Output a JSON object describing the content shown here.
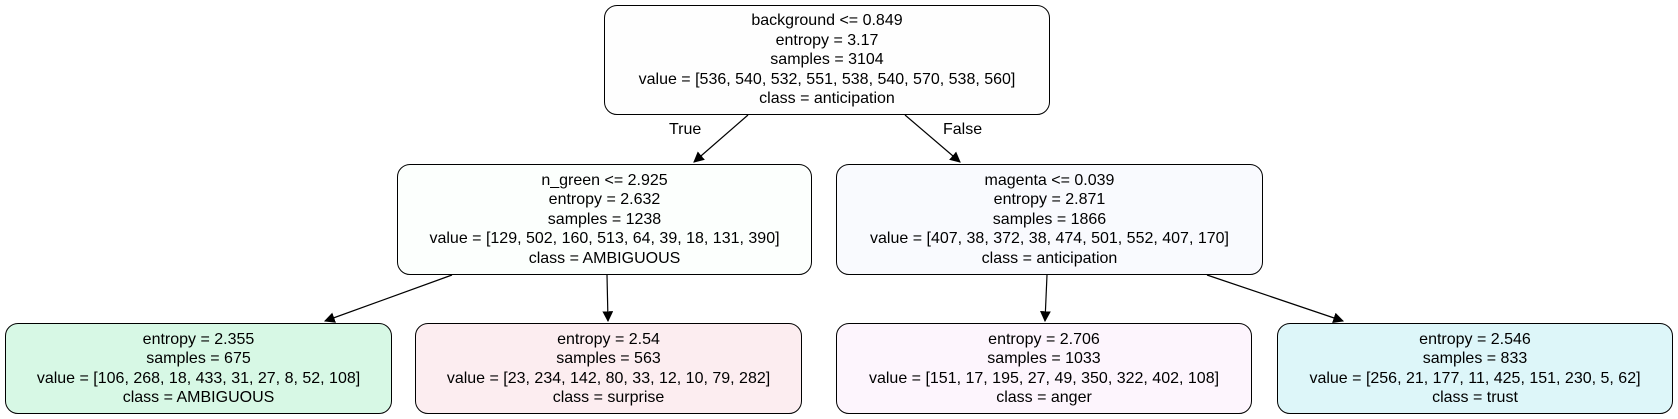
{
  "nodes": {
    "root": {
      "split": "background <= 0.849",
      "entropy": "entropy = 3.17",
      "samples": "samples = 3104",
      "value": "value = [536, 540, 532, 551, 538, 540, 570, 538, 560]",
      "class": "class = anticipation",
      "color": "#fefefe"
    },
    "left": {
      "split": "n_green <= 2.925",
      "entropy": "entropy = 2.632",
      "samples": "samples = 1238",
      "value": "value = [129, 502, 160, 513, 64, 39, 18, 131, 390]",
      "class": "class = AMBIGUOUS",
      "color": "#fcfffd"
    },
    "right": {
      "split": "magenta <= 0.039",
      "entropy": "entropy = 2.871",
      "samples": "samples = 1866",
      "value": "value = [407, 38, 372, 38, 474, 501, 552, 407, 170]",
      "class": "class = anticipation",
      "color": "#f9fafe"
    },
    "left_left": {
      "entropy": "entropy = 2.355",
      "samples": "samples = 675",
      "value": "value = [106, 268, 18, 433, 31, 27, 8, 52, 108]",
      "class": "class = AMBIGUOUS",
      "color": "#d7f8e5"
    },
    "left_right": {
      "entropy": "entropy = 2.54",
      "samples": "samples = 563",
      "value": "value = [23, 234, 142, 80, 33, 12, 10, 79, 282]",
      "class": "class = surprise",
      "color": "#fcedf0"
    },
    "right_left": {
      "entropy": "entropy = 2.706",
      "samples": "samples = 1033",
      "value": "value = [151, 17, 195, 27, 49, 350, 322, 402, 108]",
      "class": "class = anger",
      "color": "#fdf5fd"
    },
    "right_right": {
      "entropy": "entropy = 2.546",
      "samples": "samples = 833",
      "value": "value = [256, 21, 177, 11, 425, 151, 230, 5, 62]",
      "class": "class = trust",
      "color": "#ddf6f9"
    }
  },
  "edge_labels": {
    "true": "True",
    "false": "False"
  }
}
